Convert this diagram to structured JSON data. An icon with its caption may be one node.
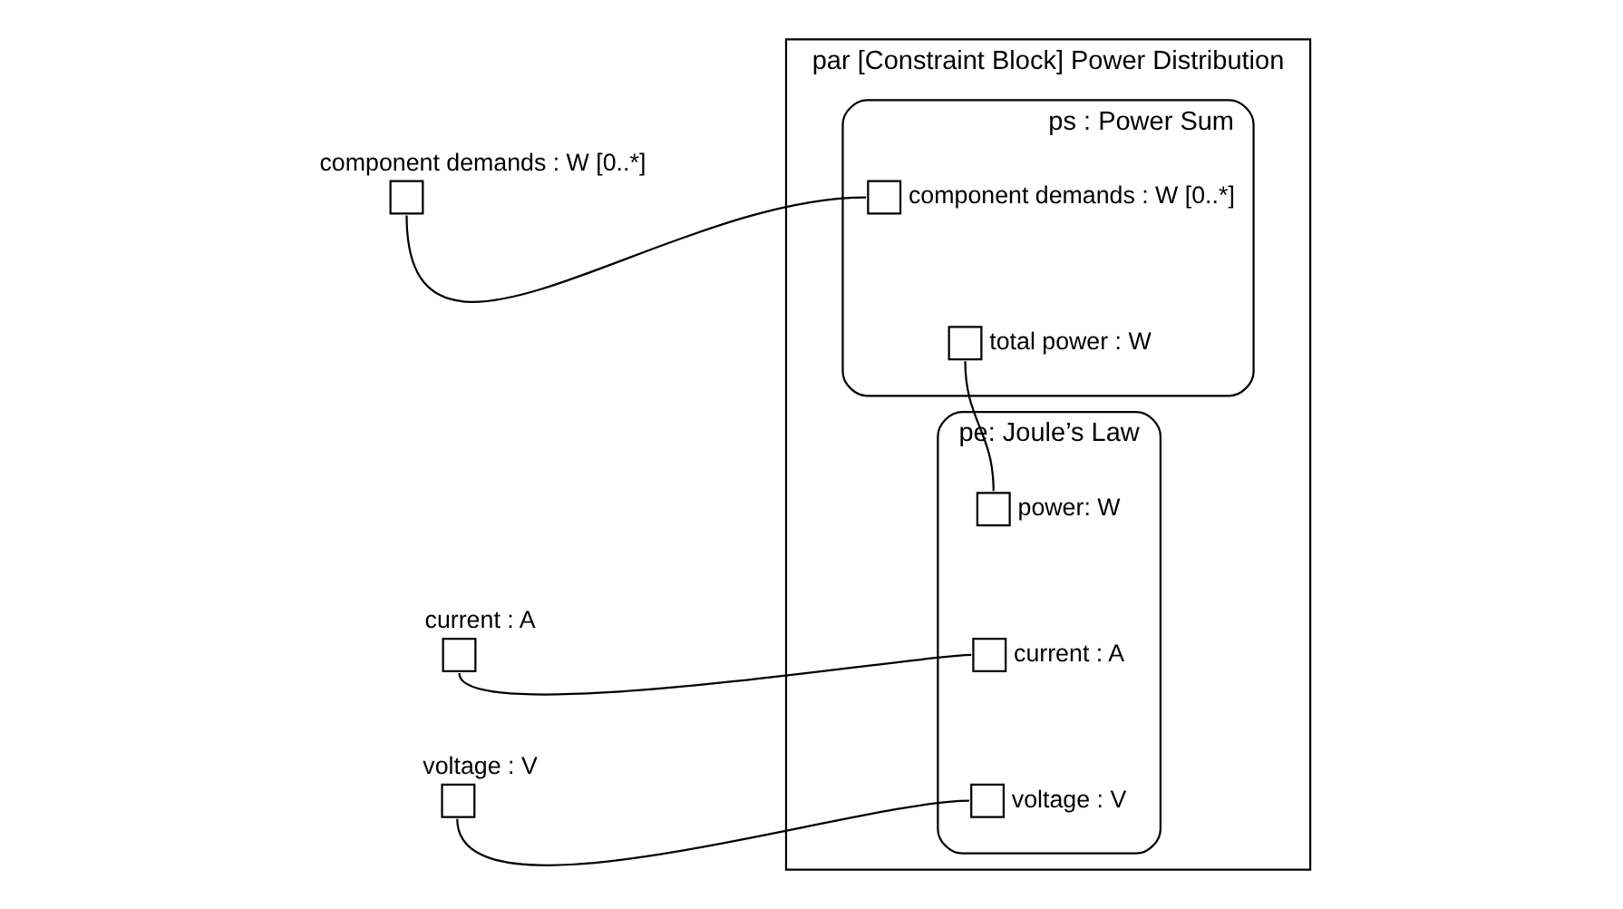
{
  "diagram": {
    "nodes": [
      {
        "text": [
          "par [Constraint Block] Power Distribution"
        ]
      },
      {
        "text": [],
        "shape": "box",
        "beside": [
          "component demands : W [0..*]"
        ]
      },
      {
        "text": [
          "ps : Power Sum"
        ],
        "in": 0
      },
      {
        "text": [],
        "shape": "box",
        "beside": [
          "component demands : W [0..*]"
        ],
        "in": 2
      },
      {
        "text": [],
        "shape": "box",
        "beside": [
          "total power : W"
        ],
        "in": 2
      },
      {
        "text": [],
        "shape": "box",
        "beside": [
          "power: W"
        ],
        "in": 6
      },
      {
        "text": [
          "pe: Joule’s Law"
        ],
        "in": 0
      },
      {
        "text": [],
        "shape": "box",
        "beside": [
          "current : A"
        ]
      },
      {
        "text": [],
        "shape": "box",
        "beside": [
          "current : A"
        ],
        "in": 6
      },
      {
        "text": [],
        "shape": "box",
        "beside": [
          "voltage : V"
        ]
      },
      {
        "text": [],
        "shape": "box",
        "beside": [
          "voltage : V"
        ],
        "in": 6
      }
    ],
    "edges": [
      {
        "from": 1,
        "to": 3,
        "arrow": "none"
      },
      {
        "from": 4,
        "to": 5,
        "arrow": "none"
      },
      {
        "from": 7,
        "to": 8,
        "arrow": "none"
      },
      {
        "from": 9,
        "to": 10,
        "arrow": "none"
      }
    ]
  }
}
